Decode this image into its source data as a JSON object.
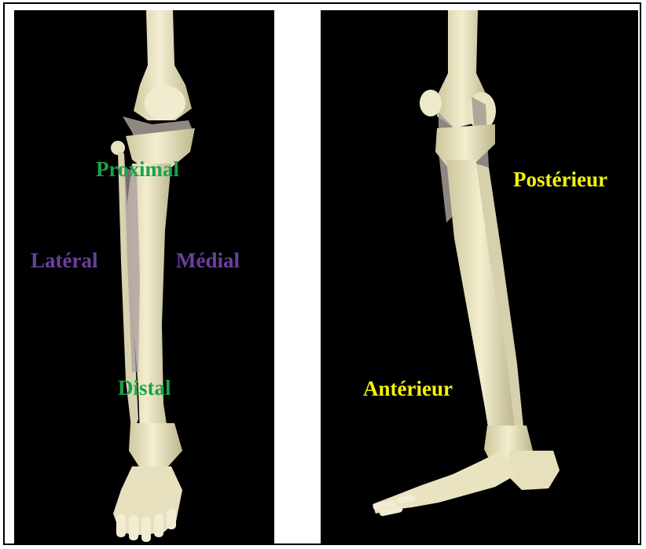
{
  "left_panel": {
    "labels": {
      "proximal": "Proximal",
      "lateral": "Latéral",
      "medial": "Médial",
      "distal": "Distal"
    },
    "colors": {
      "proximal_distal": "#1aa347",
      "lateral_medial": "#6b3fa0"
    }
  },
  "right_panel": {
    "labels": {
      "posterior": "Postérieur",
      "anterior": "Antérieur"
    },
    "colors": {
      "text": "#f2f20a"
    }
  },
  "bone_color": "#ece7c4",
  "background": "#000000"
}
